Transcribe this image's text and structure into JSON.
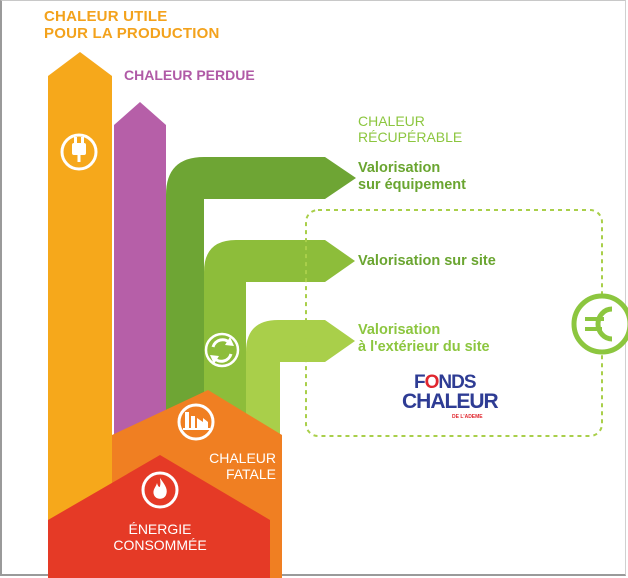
{
  "labels": {
    "chaleur_utile_1": "CHALEUR UTILE",
    "chaleur_utile_2": "POUR LA PRODUCTION",
    "chaleur_perdue": "CHALEUR PERDUE",
    "chaleur_recup_1": "CHALEUR",
    "chaleur_recup_2": "RÉCUPÉRABLE",
    "valorisation_equipement_1": "Valorisation",
    "valorisation_equipement_2": "sur équipement",
    "valorisation_site": "Valorisation sur site",
    "valorisation_exterieur_1": "Valorisation",
    "valorisation_exterieur_2": "à l'extérieur du site",
    "chaleur_fatale_1": "CHALEUR",
    "chaleur_fatale_2": "FATALE",
    "energie_1": "ÉNERGIE",
    "energie_2": "CONSOMMÉE"
  },
  "logo": {
    "line1_a": "F",
    "line1_o": "O",
    "line1_b": "NDS",
    "line2": "CHALEUR",
    "sub": "DE L'ADEME"
  },
  "icons": {
    "plug": "plug-icon",
    "recycle": "recycle-icon",
    "factory": "factory-icon",
    "flame": "flame-icon",
    "euro": "euro-icon"
  },
  "colors": {
    "orange": "#f6a81b",
    "purple": "#b65fa8",
    "dark_green": "#6ea534",
    "mid_green": "#8dbd3a",
    "light_green": "#a9cf4a",
    "fatale_orange": "#f07f22",
    "energie_red": "#e53a26",
    "logo_blue": "#2e3c94",
    "logo_red": "#e0262e"
  }
}
